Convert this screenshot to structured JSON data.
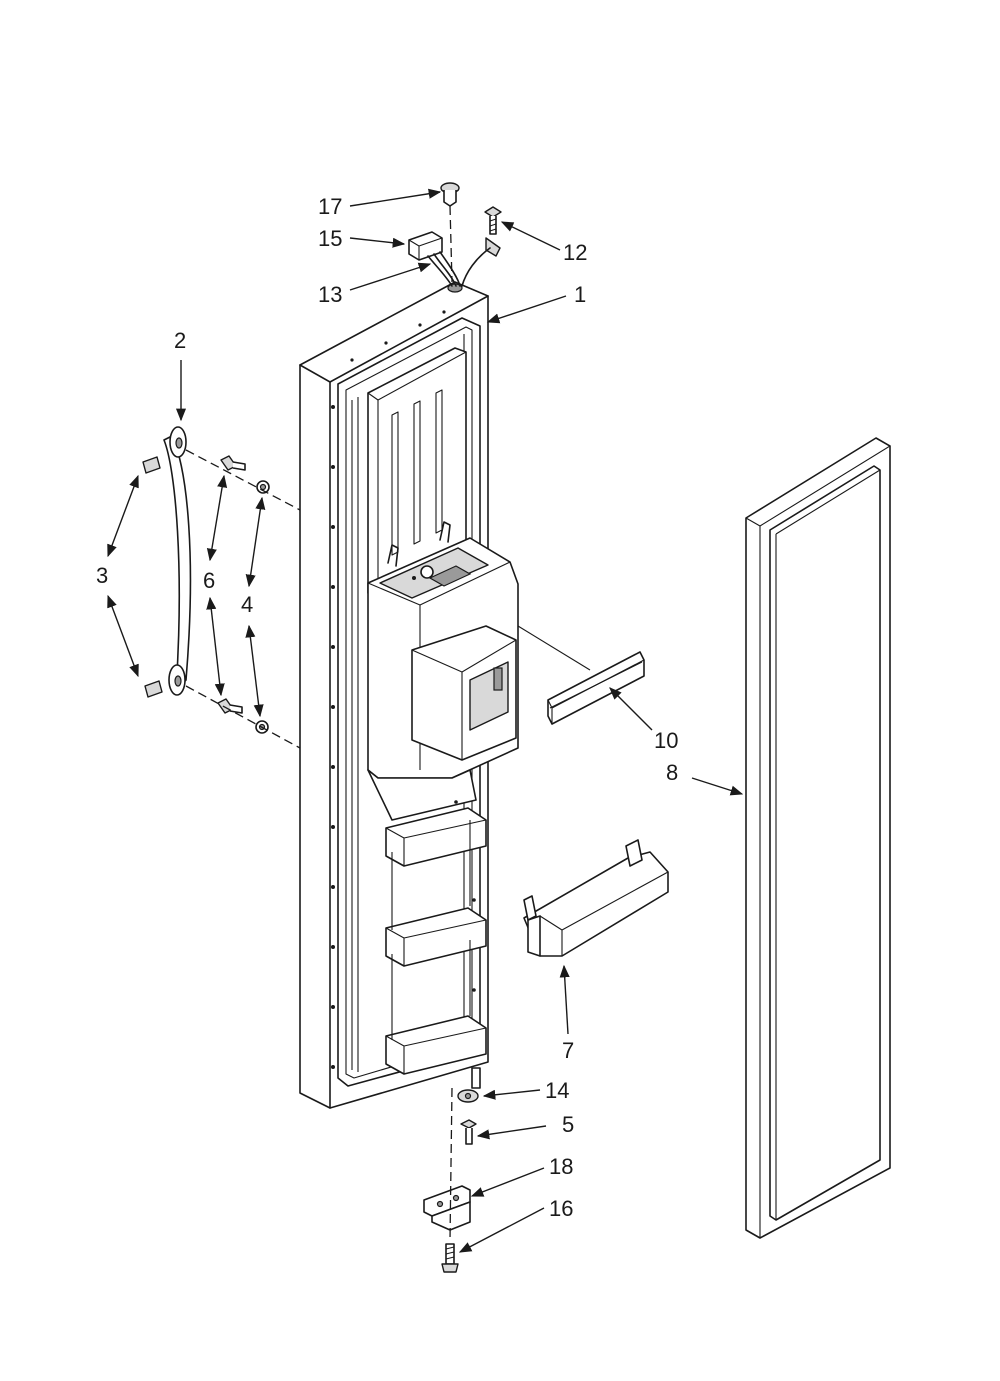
{
  "diagram": {
    "callouts": [
      {
        "id": "1",
        "text": "1"
      },
      {
        "id": "2",
        "text": "2"
      },
      {
        "id": "3",
        "text": "3"
      },
      {
        "id": "4",
        "text": "4"
      },
      {
        "id": "5",
        "text": "5"
      },
      {
        "id": "6",
        "text": "6"
      },
      {
        "id": "7",
        "text": "7"
      },
      {
        "id": "8",
        "text": "8"
      },
      {
        "id": "10",
        "text": "10"
      },
      {
        "id": "12",
        "text": "12"
      },
      {
        "id": "13",
        "text": "13"
      },
      {
        "id": "14",
        "text": "14"
      },
      {
        "id": "15",
        "text": "15"
      },
      {
        "id": "16",
        "text": "16"
      },
      {
        "id": "17",
        "text": "17"
      },
      {
        "id": "18",
        "text": "18"
      }
    ],
    "colors": {
      "ink": "#1a1a1a",
      "shade": "#d9d9d9",
      "dark": "#9a9a9a",
      "paper": "#ffffff"
    }
  }
}
